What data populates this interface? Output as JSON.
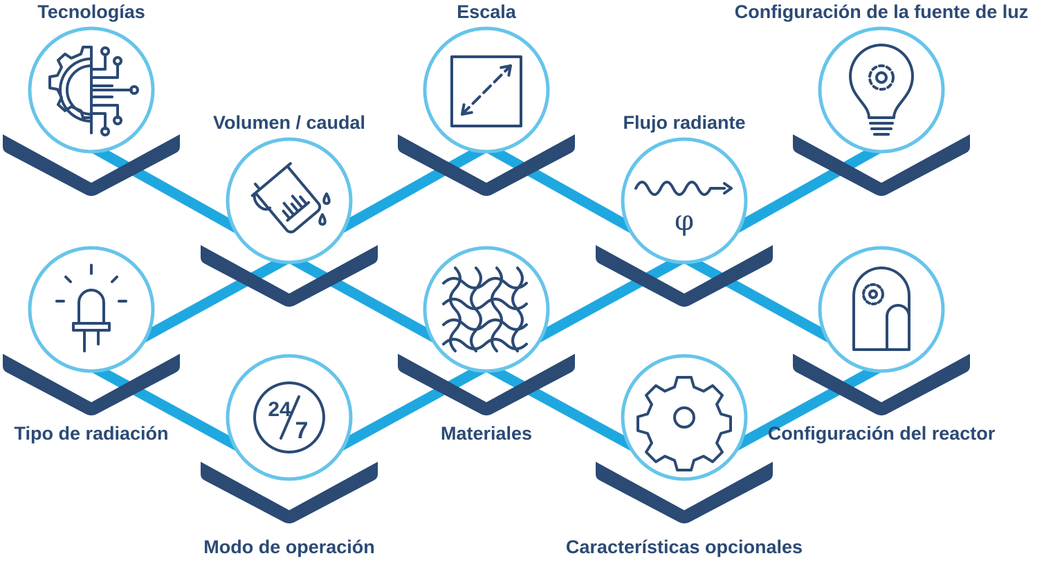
{
  "colors": {
    "navy": "#2b4a74",
    "ring": "#66c4ea",
    "connector": "#1fa8e0"
  },
  "nodes": [
    {
      "id": "tecnologias",
      "label": "Tecnologías",
      "icon": "gear-circuit-icon"
    },
    {
      "id": "escala",
      "label": "Escala",
      "icon": "scale-arrow-icon"
    },
    {
      "id": "fuente-luz",
      "label": "Configuración de la fuente de luz",
      "icon": "lightbulb-gear-icon"
    },
    {
      "id": "volumen",
      "label": "Volumen / caudal",
      "icon": "beaker-pour-icon"
    },
    {
      "id": "flujo",
      "label": "Flujo radiante",
      "icon": "radiant-flux-icon",
      "symbol": "φ"
    },
    {
      "id": "tipo-radiacion",
      "label": "Tipo de radiación",
      "icon": "led-icon"
    },
    {
      "id": "materiales",
      "label": "Materiales",
      "icon": "mesh-icon"
    },
    {
      "id": "reactor",
      "label": "Configuración del reactor",
      "icon": "reactor-door-icon"
    },
    {
      "id": "modo",
      "label": "Modo de operación",
      "icon": "clock-24-7-icon",
      "symbol_a": "24",
      "symbol_b": "7"
    },
    {
      "id": "caracteristicas",
      "label": "Características opcionales",
      "icon": "gear-icon"
    }
  ],
  "connections": [
    [
      "tecnologias",
      "volumen"
    ],
    [
      "volumen",
      "escala"
    ],
    [
      "escala",
      "flujo"
    ],
    [
      "flujo",
      "fuente-luz"
    ],
    [
      "volumen",
      "tipo-radiacion"
    ],
    [
      "volumen",
      "materiales"
    ],
    [
      "materiales",
      "flujo"
    ],
    [
      "flujo",
      "reactor"
    ],
    [
      "tipo-radiacion",
      "modo"
    ],
    [
      "modo",
      "materiales"
    ],
    [
      "materiales",
      "caracteristicas"
    ],
    [
      "caracteristicas",
      "reactor"
    ]
  ]
}
